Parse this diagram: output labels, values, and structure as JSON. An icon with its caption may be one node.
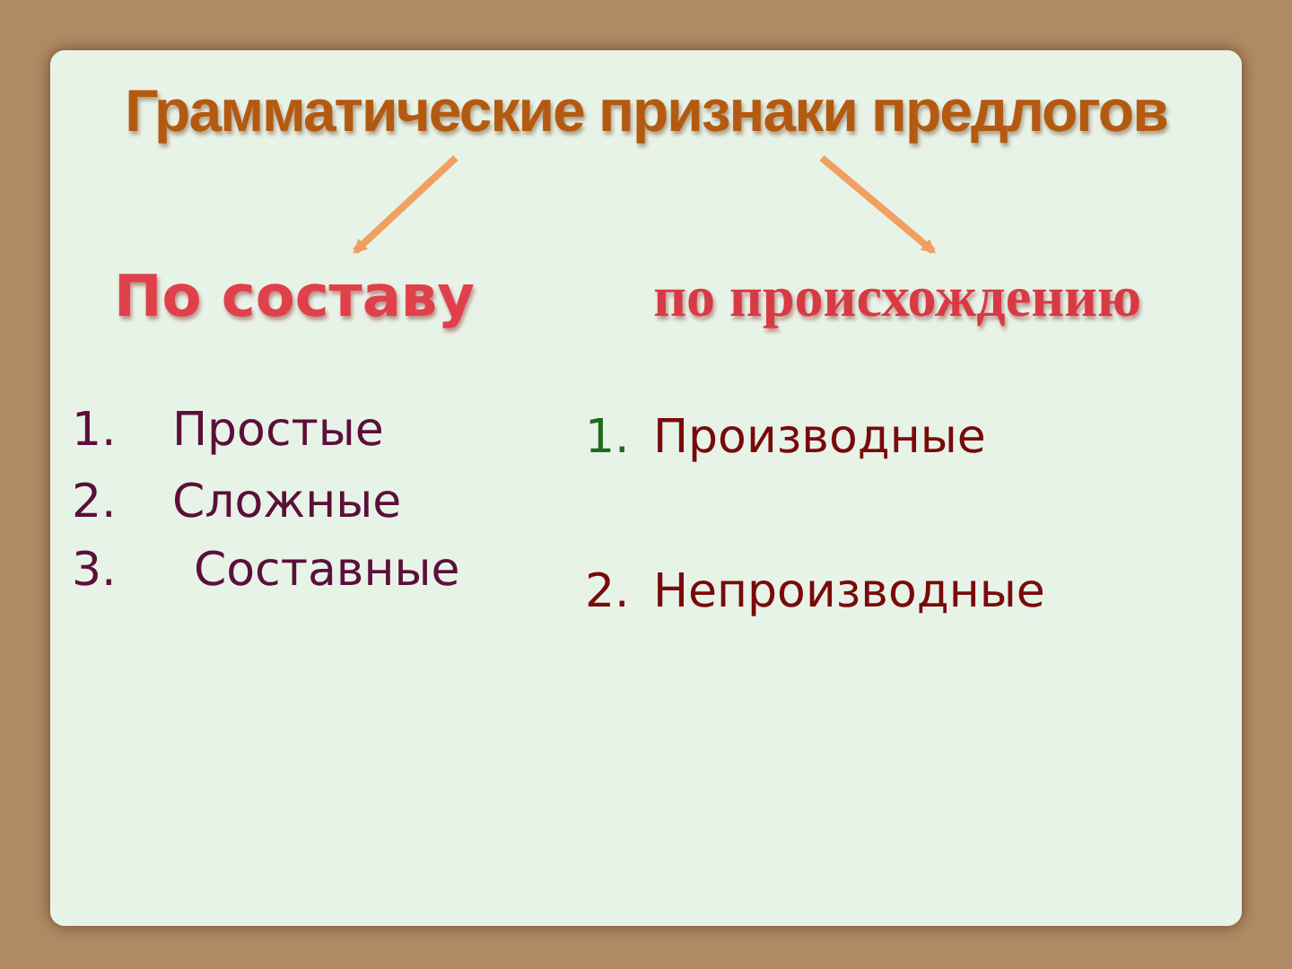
{
  "diagram": {
    "nodes": [
      {
        "text": [
          "Грамматические признаки предлогов"
        ]
      },
      {
        "text": [
          "По составу"
        ]
      },
      {
        "text": [
          "по происхождению"
        ]
      }
    ],
    "edges": [
      {
        "from": 0,
        "to": 1,
        "arrow": "to"
      },
      {
        "from": 0,
        "to": 2,
        "arrow": "to"
      }
    ],
    "labels": [
      "1.",
      "Простые",
      "2.",
      "Сложные",
      "3.",
      "Составные",
      "1.",
      "Производные",
      "2.",
      "Непроизводные"
    ]
  }
}
